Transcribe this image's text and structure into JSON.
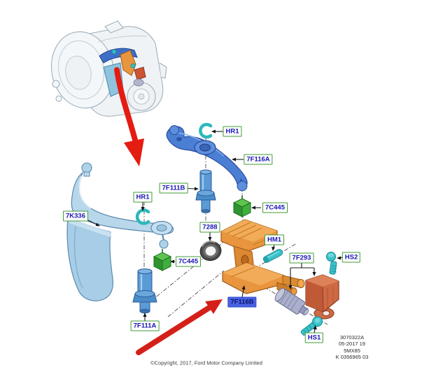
{
  "document": {
    "type": "exploded-parts-diagram",
    "subject": "transmission mounting parts"
  },
  "labels": {
    "hr1_upper": {
      "text": "HR1"
    },
    "f116a": {
      "text": "7F116A"
    },
    "f111b": {
      "text": "7F111B"
    },
    "c445_right": {
      "text": "7C445"
    },
    "hr1_lower": {
      "text": "HR1"
    },
    "k336": {
      "text": "7K336"
    },
    "r7288": {
      "text": "7288"
    },
    "c445_left": {
      "text": "7C445"
    },
    "hm1": {
      "text": "HM1"
    },
    "f293": {
      "text": "7F293"
    },
    "hs2": {
      "text": "HS2"
    },
    "hs1": {
      "text": "HS1"
    },
    "f111a": {
      "text": "7F111A"
    },
    "f116b": {
      "text": "7F116B",
      "selected": "true"
    }
  },
  "footer": {
    "copyright": "©Copyright, 2017, Ford Motor Company Limited",
    "plate": {
      "line1": "3070322A",
      "line2": "05-2017 19",
      "line3": "5MX85",
      "line4": "K 0356965 03"
    }
  },
  "colors": {
    "label_border": "#3f9c35",
    "label_text": "#1a16b4",
    "selected_label_bg": "#4a62e2",
    "annotation_red": "#d42018",
    "part_blue": "#4a7fd4",
    "part_lightblue": "#b9d7ea",
    "part_teal": "#38c2ca",
    "part_green": "#3fae3f",
    "part_orange": "#e8953e",
    "part_terracotta": "#cd6a44",
    "part_gray": "#aab0cc"
  }
}
